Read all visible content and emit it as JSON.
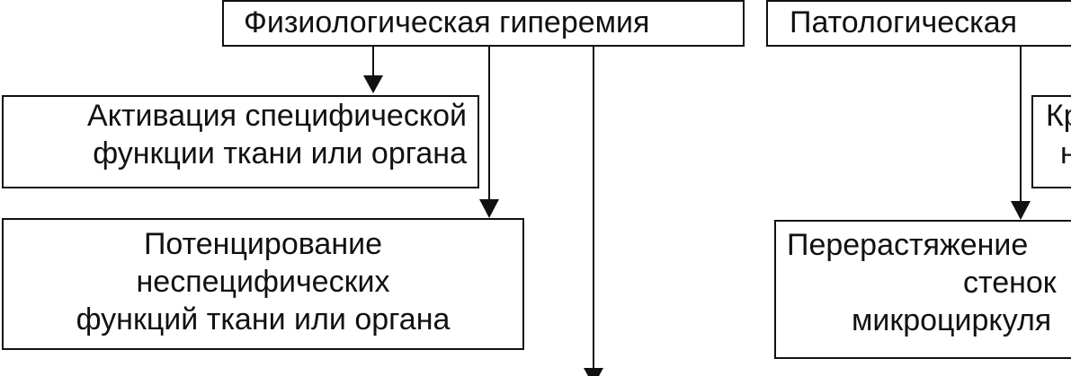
{
  "diagram": {
    "boxes": {
      "physiological_hyperemia": {
        "label": "Физиологическая гиперемия"
      },
      "pathological_hyperemia": {
        "label": "Патологическая"
      },
      "activation_specific_function": {
        "lines": [
          "Активация специфической",
          "функции ткани или органа"
        ]
      },
      "potentiation_nonspecific": {
        "lines": [
          "Потенцирование",
          "неспецифических",
          "функций ткани или органа"
        ]
      },
      "right_top_partial": {
        "lines": [
          "Кр",
          "н"
        ]
      },
      "overstretching": {
        "lines": [
          "Перерастяжение",
          "стенок",
          "микроциркуля"
        ]
      }
    }
  }
}
